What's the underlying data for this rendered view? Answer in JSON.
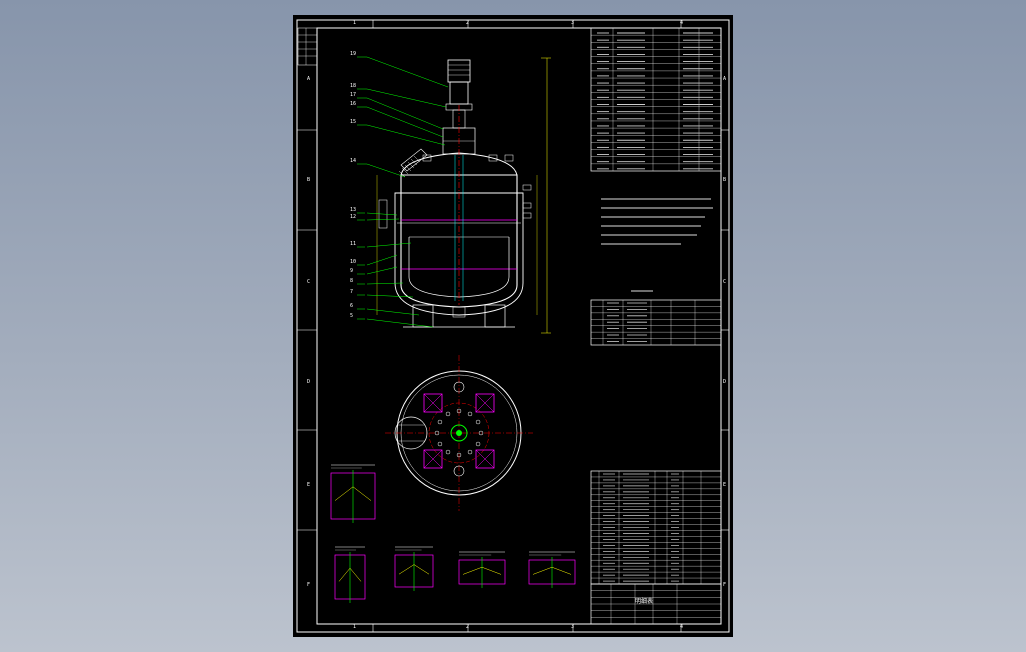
{
  "viewer": {
    "background_color": "#8f9bb0"
  },
  "drawing": {
    "sheet_color": "#000000",
    "line_colors": {
      "outline": "#ffffff",
      "leaders": "#00ff00",
      "centerlines": "#ff0000",
      "hatch": "#ff00ff",
      "dimensions": "#ffff00",
      "accents": "#00ffff"
    },
    "zone_columns_top": [
      "1",
      "2",
      "3",
      "4"
    ],
    "zone_columns_bottom": [
      "1",
      "2",
      "3",
      "4"
    ],
    "zone_rows": [
      "A",
      "B",
      "C",
      "D",
      "E",
      "F"
    ],
    "balloons": [
      "19",
      "18",
      "17",
      "16",
      "15",
      "14",
      "13",
      "12",
      "11",
      "10",
      "9",
      "8",
      "7",
      "6",
      "5"
    ],
    "parts_table_title": "明细表",
    "icon": "reactor-vessel-drawing"
  }
}
